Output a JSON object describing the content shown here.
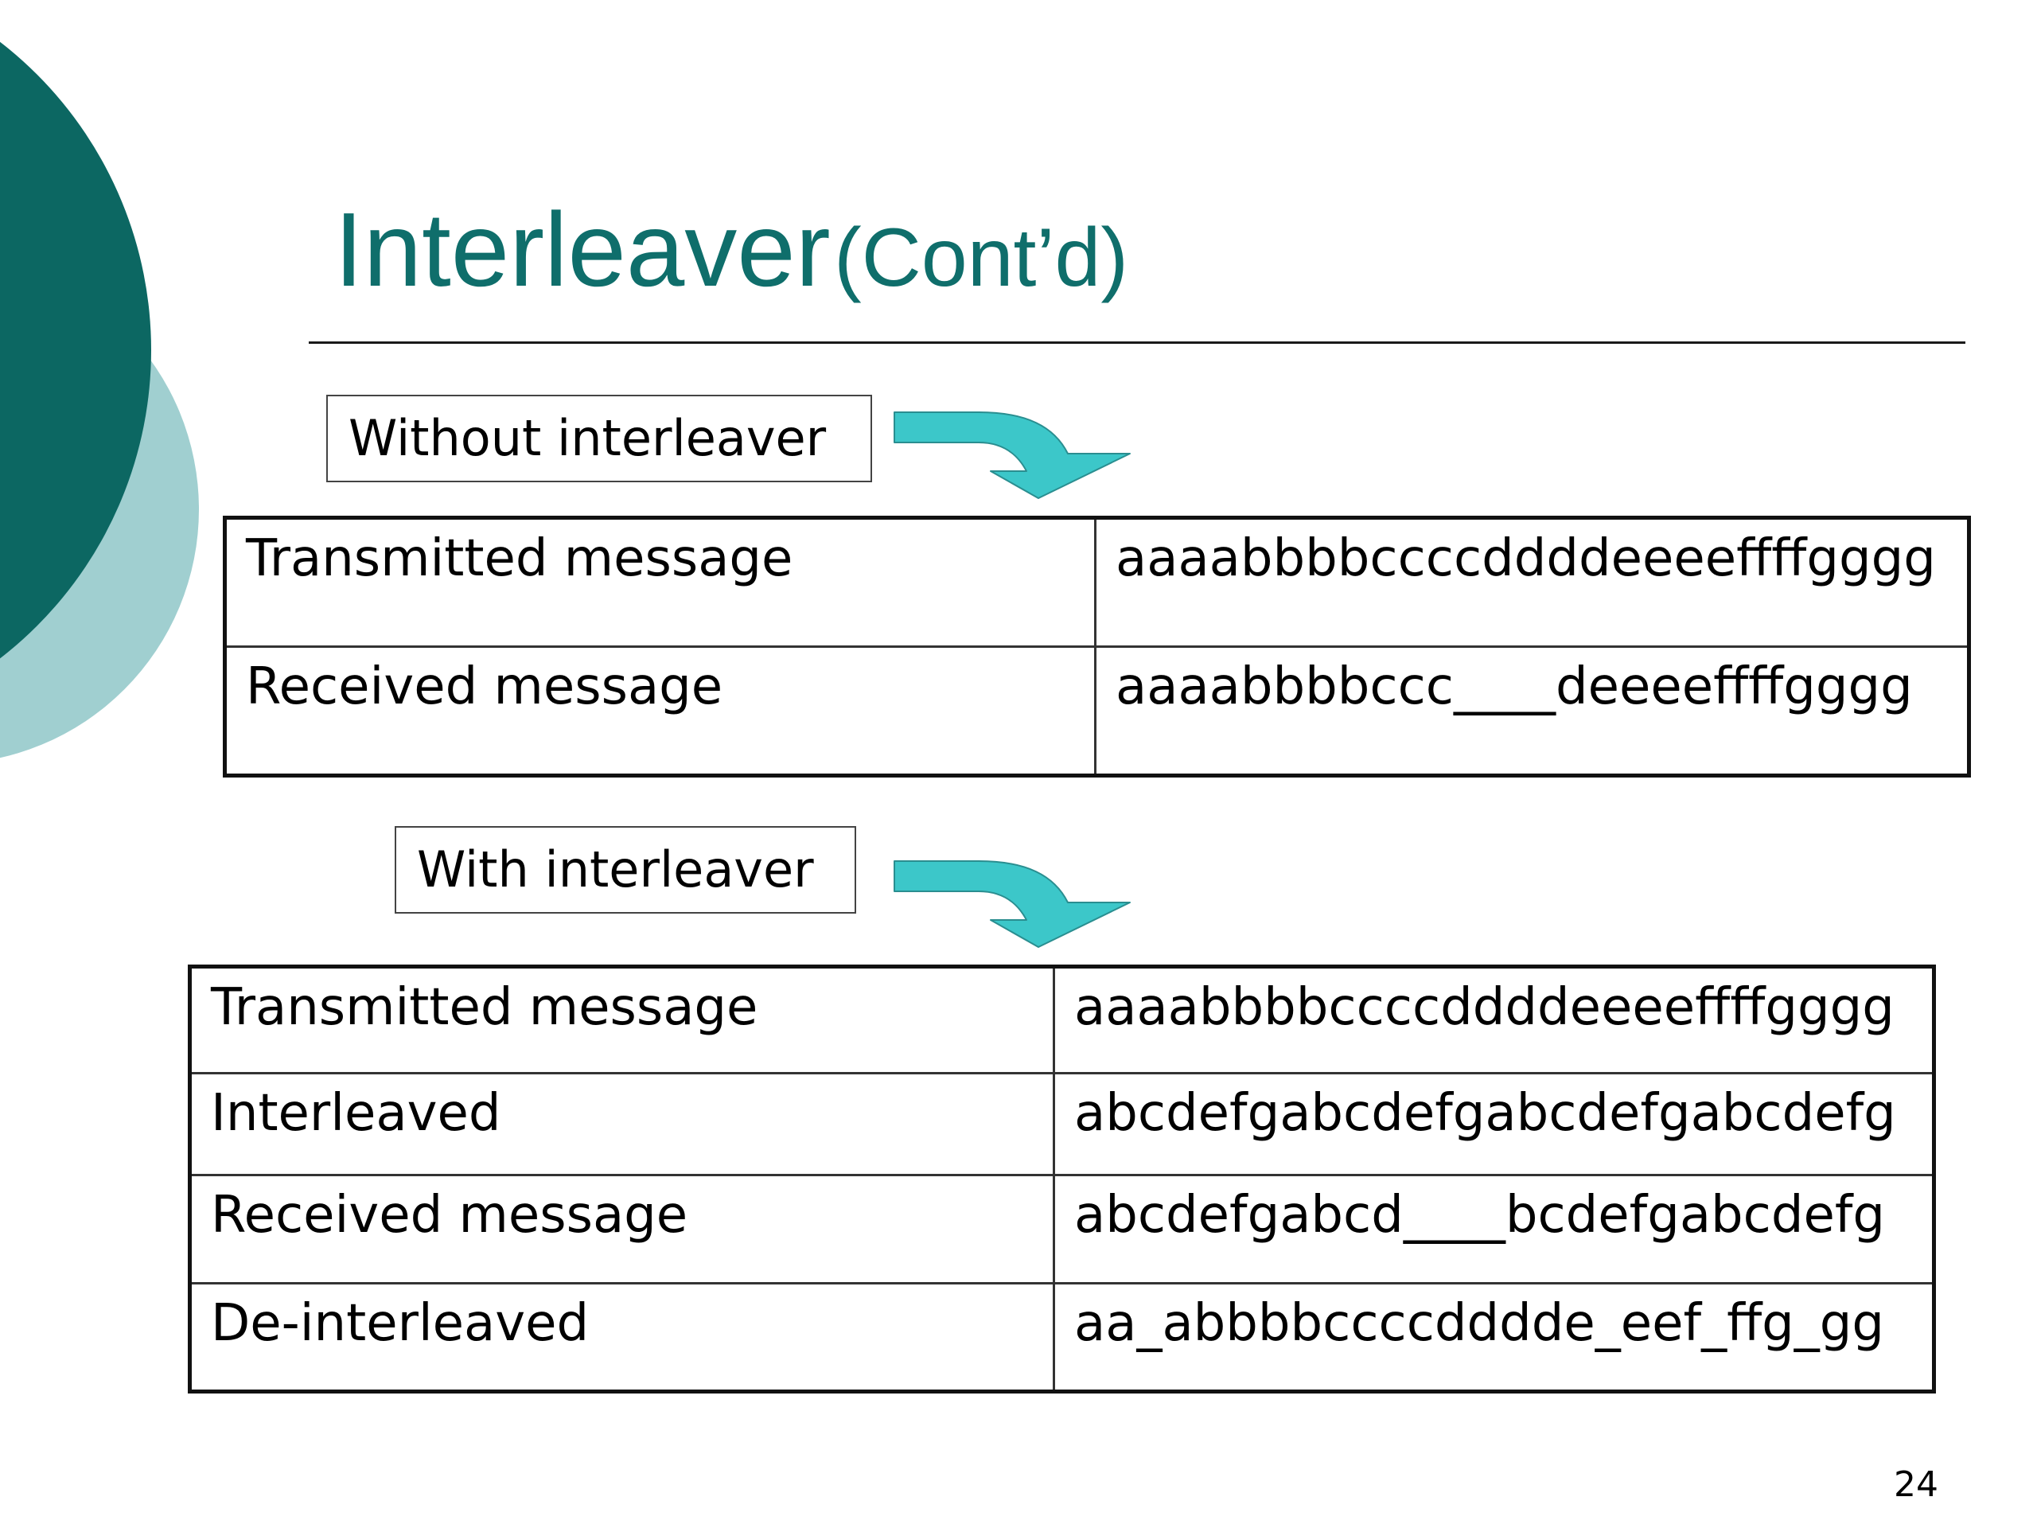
{
  "slide": {
    "title": "Interleaver",
    "title_suffix": "(Cont’d)",
    "page_number": "24",
    "accent_color": "#0f6e6b",
    "arrow_color": "#3cc7c9"
  },
  "without_section": {
    "label": "Without interleaver",
    "rows": [
      {
        "name": "Transmitted message",
        "value": "aaaabbbbccccddddeeeeffffgggg"
      },
      {
        "name": "Received message",
        "value": "aaaabbbbccc____deeeeffffgggg"
      }
    ]
  },
  "with_section": {
    "label": "With interleaver",
    "rows": [
      {
        "name": "Transmitted message",
        "value": "aaaabbbbccccddddeeeeffffgggg"
      },
      {
        "name": "Interleaved",
        "value": "abcdefgabcdefgabcdefgabcdefg"
      },
      {
        "name": "Received message",
        "value": "abcdefgabcd____bcdefgabcdefg"
      },
      {
        "name": "De-interleaved",
        "value": "aa_abbbbccccdddde_eef_ffg_gg"
      }
    ]
  }
}
